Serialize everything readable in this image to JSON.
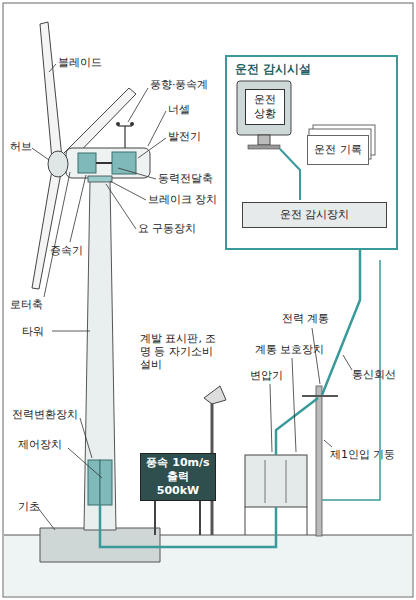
{
  "diagram": {
    "nodes": [
      {
        "text": [
          "운전 감시시설"
        ]
      },
      {
        "text": [
          "운전 상황"
        ],
        "in": 0
      },
      {
        "text": [
          "운전 기록"
        ],
        "in": 0
      },
      {
        "text": [
          "운전 감시장치"
        ],
        "in": 0
      },
      {
        "text": [
          "풍속 10m/s 출력 500kW"
        ]
      }
    ],
    "labels": [
      "블레이드",
      "허브",
      "풍향·풍속계",
      "너셀",
      "발전기",
      "동력전달축",
      "브레이크 장치",
      "요 구동장치",
      "증속기",
      "로터축",
      "타워",
      "전력변환장치",
      "제어장치",
      "기초",
      "계발 표시판, 조명 등 자기소비 설비",
      "전력 계통",
      "계통 보호장치",
      "변압기",
      "통신회선",
      "제1인입 기둥"
    ]
  }
}
